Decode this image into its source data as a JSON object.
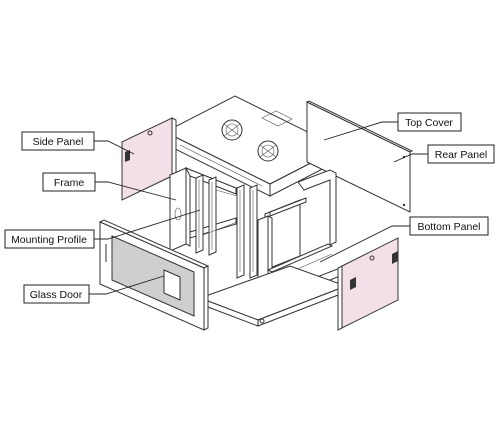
{
  "labels": {
    "side_panel": "Side Panel",
    "frame": "Frame",
    "mounting_profile": "Mounting Profile",
    "glass_door": "Glass Door",
    "top_cover": "Top Cover",
    "rear_panel": "Rear Panel",
    "bottom_panel": "Bottom Panel"
  },
  "colors": {
    "panel_fill": "#f3dfe8",
    "glass_fill": "#cfcfcf",
    "line": "#333333"
  }
}
